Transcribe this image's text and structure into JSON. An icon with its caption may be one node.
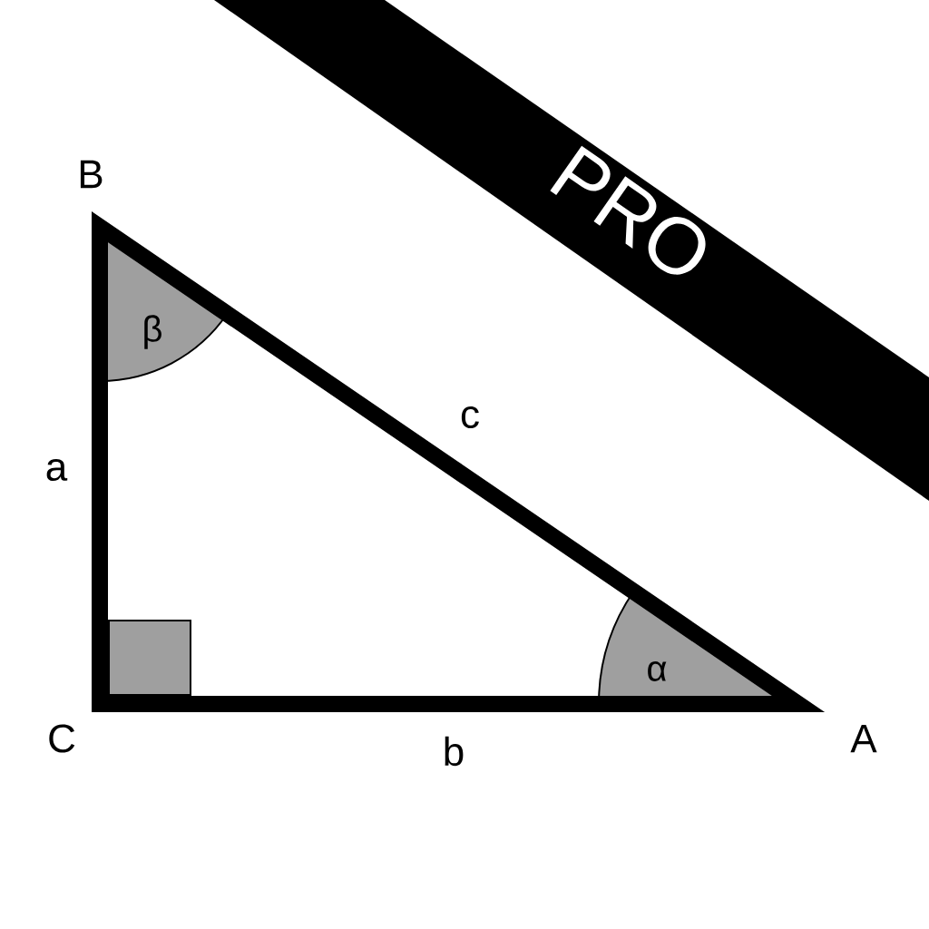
{
  "diagram": {
    "labels": [
      "PRO",
      "B",
      "β",
      "c",
      "a",
      "α",
      "C",
      "b",
      "A"
    ]
  }
}
